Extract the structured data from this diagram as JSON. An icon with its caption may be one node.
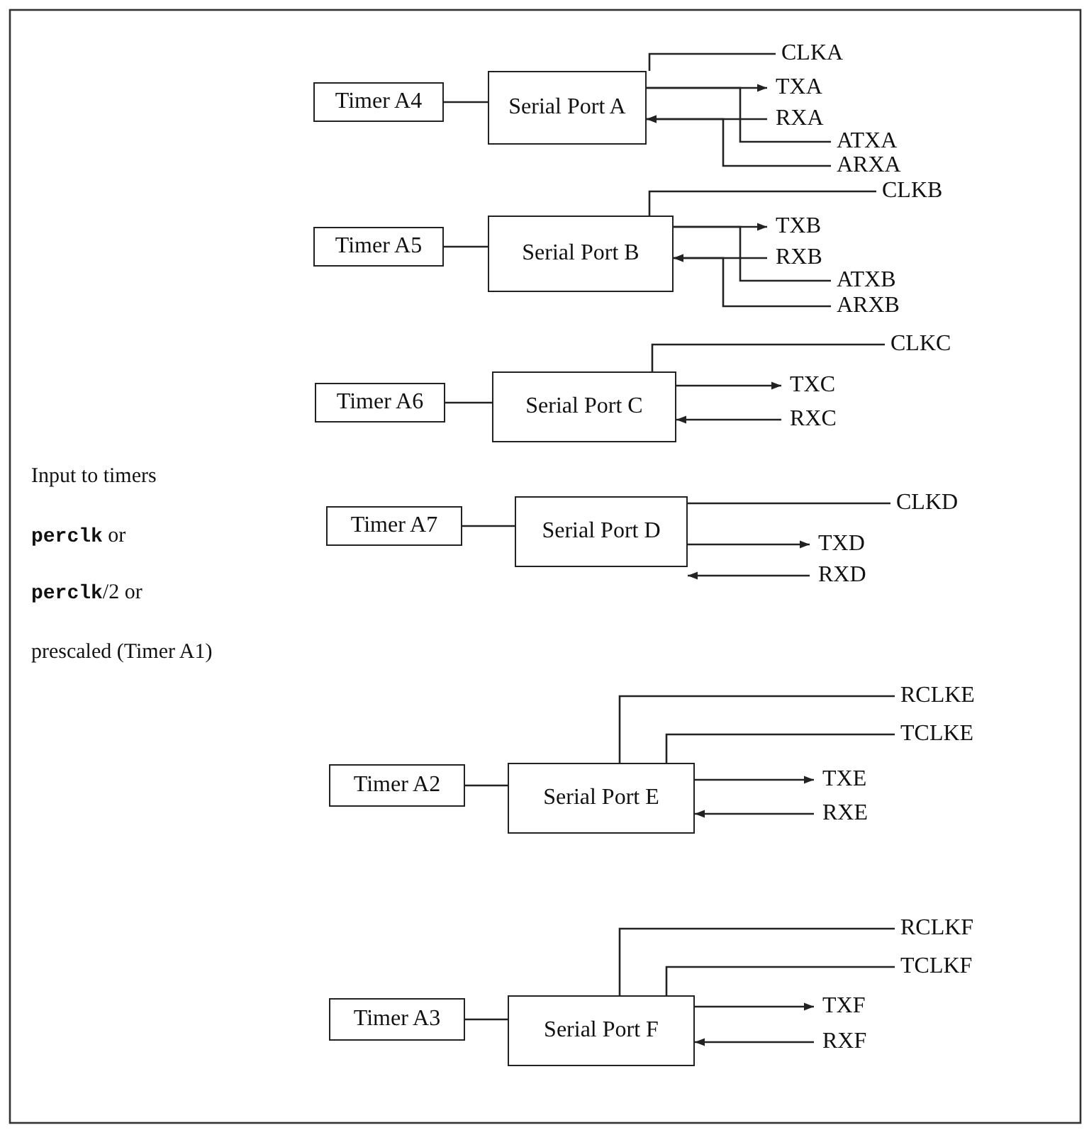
{
  "diagram": {
    "nodes": [
      {
        "text": [
          "Timer A4"
        ]
      },
      {
        "text": [
          "Serial Port A"
        ]
      },
      {
        "text": [
          "CLKA"
        ]
      },
      {
        "text": [
          "TXA"
        ]
      },
      {
        "text": [
          "RXA"
        ]
      },
      {
        "text": [
          "ATXA"
        ]
      },
      {
        "text": [
          "ARXA"
        ]
      },
      {
        "text": [
          "Timer A5"
        ]
      },
      {
        "text": [
          "Serial Port B"
        ]
      },
      {
        "text": [
          "CLKB"
        ]
      },
      {
        "text": [
          "TXB"
        ]
      },
      {
        "text": [
          "RXB"
        ]
      },
      {
        "text": [
          "ATXB"
        ]
      },
      {
        "text": [
          "ARXB"
        ]
      },
      {
        "text": [
          "Timer A6"
        ]
      },
      {
        "text": [
          "Serial Port C"
        ]
      },
      {
        "text": [
          "CLKC"
        ]
      },
      {
        "text": [
          "TXC"
        ]
      },
      {
        "text": [
          "RXC"
        ]
      },
      {
        "text": [
          "Timer A7"
        ]
      },
      {
        "text": [
          "Serial Port D"
        ]
      },
      {
        "text": [
          "CLKD"
        ]
      },
      {
        "text": [
          "TXD"
        ]
      },
      {
        "text": [
          "RXD"
        ]
      },
      {
        "text": [
          "Timer A2"
        ]
      },
      {
        "text": [
          "Serial Port E"
        ]
      },
      {
        "text": [
          "RCLKE"
        ]
      },
      {
        "text": [
          "TCLKE"
        ]
      },
      {
        "text": [
          "TXE"
        ]
      },
      {
        "text": [
          "RXE"
        ]
      },
      {
        "text": [
          "Timer A3"
        ]
      },
      {
        "text": [
          "Serial Port F"
        ]
      },
      {
        "text": [
          "RCLKF"
        ]
      },
      {
        "text": [
          "TCLKF"
        ]
      },
      {
        "text": [
          "TXF"
        ]
      },
      {
        "text": [
          "RXF"
        ]
      }
    ],
    "edges": [
      {
        "from": 0,
        "to": 1,
        "arrow": "none"
      },
      {
        "from": 1,
        "to": 2,
        "arrow": "none"
      },
      {
        "from": 1,
        "to": 3,
        "arrow": "to"
      },
      {
        "from": 4,
        "to": 1,
        "arrow": "to"
      },
      {
        "from": 1,
        "to": 5,
        "arrow": "none"
      },
      {
        "from": 6,
        "to": 1,
        "arrow": "to"
      },
      {
        "from": 7,
        "to": 8,
        "arrow": "none"
      },
      {
        "from": 8,
        "to": 9,
        "arrow": "none"
      },
      {
        "from": 8,
        "to": 10,
        "arrow": "to"
      },
      {
        "from": 11,
        "to": 8,
        "arrow": "to"
      },
      {
        "from": 8,
        "to": 12,
        "arrow": "none"
      },
      {
        "from": 13,
        "to": 8,
        "arrow": "to"
      },
      {
        "from": 14,
        "to": 15,
        "arrow": "none"
      },
      {
        "from": 15,
        "to": 16,
        "arrow": "none"
      },
      {
        "from": 15,
        "to": 17,
        "arrow": "to"
      },
      {
        "from": 18,
        "to": 15,
        "arrow": "to"
      },
      {
        "from": 19,
        "to": 20,
        "arrow": "none"
      },
      {
        "from": 20,
        "to": 21,
        "arrow": "none"
      },
      {
        "from": 20,
        "to": 22,
        "arrow": "to"
      },
      {
        "from": 23,
        "to": 20,
        "arrow": "to"
      },
      {
        "from": 24,
        "to": 25,
        "arrow": "none"
      },
      {
        "from": 25,
        "to": 26,
        "arrow": "none"
      },
      {
        "from": 25,
        "to": 27,
        "arrow": "none"
      },
      {
        "from": 25,
        "to": 28,
        "arrow": "to"
      },
      {
        "from": 29,
        "to": 25,
        "arrow": "to"
      },
      {
        "from": 30,
        "to": 31,
        "arrow": "none"
      },
      {
        "from": 31,
        "to": 32,
        "arrow": "none"
      },
      {
        "from": 31,
        "to": 33,
        "arrow": "none"
      },
      {
        "from": 31,
        "to": 34,
        "arrow": "to"
      },
      {
        "from": 35,
        "to": 31,
        "arrow": "to"
      }
    ],
    "labels": [
      "Input to timers",
      "**perclk** or",
      "**perclk**/2 or",
      "prescaled (Timer A1)"
    ]
  }
}
